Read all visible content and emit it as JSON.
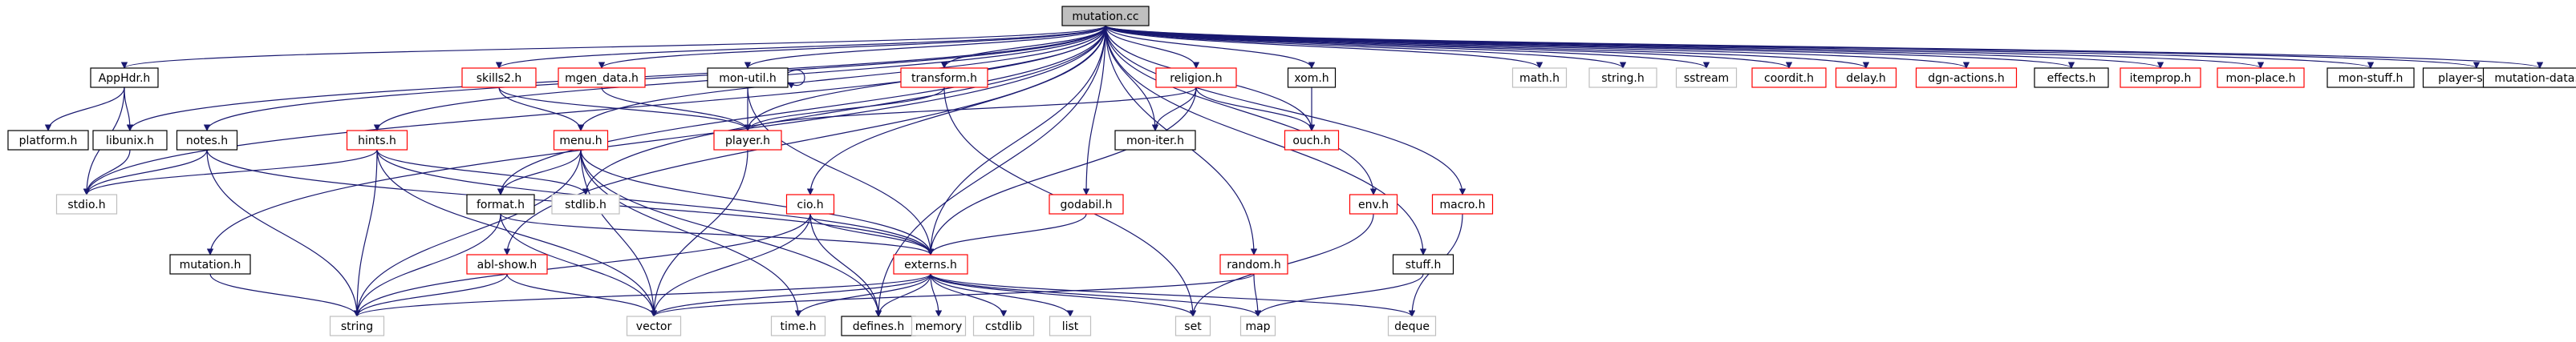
{
  "colors": {
    "edge": "#191970",
    "border_documented": "#000000",
    "border_missing": "#ff0000",
    "border_system": "#bfbfbf",
    "root_fill": "#bfbfbf",
    "node_fill": "#ffffff"
  },
  "graph": {
    "nodes": [
      {
        "id": "mutation_cc",
        "label": "mutation.cc",
        "style": "root"
      },
      {
        "id": "AppHdr",
        "label": "AppHdr.h",
        "style": "documented"
      },
      {
        "id": "skills2",
        "label": "skills2.h",
        "style": "missing"
      },
      {
        "id": "mgen_data",
        "label": "mgen_data.h",
        "style": "missing"
      },
      {
        "id": "mon_util",
        "label": "mon-util.h",
        "style": "documented"
      },
      {
        "id": "transform",
        "label": "transform.h",
        "style": "missing"
      },
      {
        "id": "religion",
        "label": "religion.h",
        "style": "missing"
      },
      {
        "id": "xom",
        "label": "xom.h",
        "style": "documented"
      },
      {
        "id": "math",
        "label": "math.h",
        "style": "system"
      },
      {
        "id": "string_h",
        "label": "string.h",
        "style": "system"
      },
      {
        "id": "sstream",
        "label": "sstream",
        "style": "system"
      },
      {
        "id": "coordit",
        "label": "coordit.h",
        "style": "missing"
      },
      {
        "id": "delay",
        "label": "delay.h",
        "style": "missing"
      },
      {
        "id": "dgn_actions",
        "label": "dgn-actions.h",
        "style": "missing"
      },
      {
        "id": "effects",
        "label": "effects.h",
        "style": "documented"
      },
      {
        "id": "itemprop",
        "label": "itemprop.h",
        "style": "missing"
      },
      {
        "id": "mon_place",
        "label": "mon-place.h",
        "style": "missing"
      },
      {
        "id": "mon_stuff",
        "label": "mon-stuff.h",
        "style": "documented"
      },
      {
        "id": "player_stats",
        "label": "player-stats.h",
        "style": "documented"
      },
      {
        "id": "mutation_data",
        "label": "mutation-data.h",
        "style": "documented"
      },
      {
        "id": "platform",
        "label": "platform.h",
        "style": "documented"
      },
      {
        "id": "libunix",
        "label": "libunix.h",
        "style": "documented"
      },
      {
        "id": "notes",
        "label": "notes.h",
        "style": "documented"
      },
      {
        "id": "hints",
        "label": "hints.h",
        "style": "missing"
      },
      {
        "id": "menu",
        "label": "menu.h",
        "style": "missing"
      },
      {
        "id": "player",
        "label": "player.h",
        "style": "missing"
      },
      {
        "id": "mon_iter",
        "label": "mon-iter.h",
        "style": "documented"
      },
      {
        "id": "ouch",
        "label": "ouch.h",
        "style": "missing"
      },
      {
        "id": "stdio",
        "label": "stdio.h",
        "style": "system"
      },
      {
        "id": "format",
        "label": "format.h",
        "style": "documented"
      },
      {
        "id": "stdlib",
        "label": "stdlib.h",
        "style": "system"
      },
      {
        "id": "cio",
        "label": "cio.h",
        "style": "missing"
      },
      {
        "id": "godabil",
        "label": "godabil.h",
        "style": "missing"
      },
      {
        "id": "env",
        "label": "env.h",
        "style": "missing"
      },
      {
        "id": "macro",
        "label": "macro.h",
        "style": "missing"
      },
      {
        "id": "mutation_h",
        "label": "mutation.h",
        "style": "documented"
      },
      {
        "id": "abl_show",
        "label": "abl-show.h",
        "style": "missing"
      },
      {
        "id": "externs",
        "label": "externs.h",
        "style": "missing"
      },
      {
        "id": "random",
        "label": "random.h",
        "style": "missing"
      },
      {
        "id": "stuff",
        "label": "stuff.h",
        "style": "documented"
      },
      {
        "id": "string",
        "label": "string",
        "style": "system"
      },
      {
        "id": "vector",
        "label": "vector",
        "style": "system"
      },
      {
        "id": "time",
        "label": "time.h",
        "style": "system"
      },
      {
        "id": "defines",
        "label": "defines.h",
        "style": "documented"
      },
      {
        "id": "memory",
        "label": "memory",
        "style": "system"
      },
      {
        "id": "cstdlib",
        "label": "cstdlib",
        "style": "system"
      },
      {
        "id": "list",
        "label": "list",
        "style": "system"
      },
      {
        "id": "set",
        "label": "set",
        "style": "system"
      },
      {
        "id": "map",
        "label": "map",
        "style": "system"
      },
      {
        "id": "deque",
        "label": "deque",
        "style": "system"
      }
    ],
    "edges": [
      [
        "mutation_cc",
        "AppHdr"
      ],
      [
        "mutation_cc",
        "skills2"
      ],
      [
        "mutation_cc",
        "mgen_data"
      ],
      [
        "mutation_cc",
        "mon_util"
      ],
      [
        "mutation_cc",
        "transform"
      ],
      [
        "mutation_cc",
        "religion"
      ],
      [
        "mutation_cc",
        "xom"
      ],
      [
        "mutation_cc",
        "math"
      ],
      [
        "mutation_cc",
        "string_h"
      ],
      [
        "mutation_cc",
        "sstream"
      ],
      [
        "mutation_cc",
        "coordit"
      ],
      [
        "mutation_cc",
        "delay"
      ],
      [
        "mutation_cc",
        "dgn_actions"
      ],
      [
        "mutation_cc",
        "effects"
      ],
      [
        "mutation_cc",
        "itemprop"
      ],
      [
        "mutation_cc",
        "mon_place"
      ],
      [
        "mutation_cc",
        "mon_stuff"
      ],
      [
        "mutation_cc",
        "player_stats"
      ],
      [
        "mutation_cc",
        "mutation_data"
      ],
      [
        "mutation_cc",
        "stdio"
      ],
      [
        "mutation_cc",
        "libunix"
      ],
      [
        "mutation_cc",
        "notes"
      ],
      [
        "mutation_cc",
        "hints"
      ],
      [
        "mutation_cc",
        "menu"
      ],
      [
        "mutation_cc",
        "player"
      ],
      [
        "mutation_cc",
        "mon_iter"
      ],
      [
        "mutation_cc",
        "ouch"
      ],
      [
        "mutation_cc",
        "format"
      ],
      [
        "mutation_cc",
        "stdlib"
      ],
      [
        "mutation_cc",
        "cio"
      ],
      [
        "mutation_cc",
        "godabil"
      ],
      [
        "mutation_cc",
        "env"
      ],
      [
        "mutation_cc",
        "macro"
      ],
      [
        "mutation_cc",
        "mutation_h"
      ],
      [
        "mutation_cc",
        "abl_show"
      ],
      [
        "mutation_cc",
        "externs"
      ],
      [
        "mutation_cc",
        "random"
      ],
      [
        "mutation_cc",
        "stuff"
      ],
      [
        "mutation_cc",
        "defines"
      ],
      [
        "AppHdr",
        "platform"
      ],
      [
        "AppHdr",
        "libunix"
      ],
      [
        "AppHdr",
        "stdio"
      ],
      [
        "libunix",
        "stdio"
      ],
      [
        "notes",
        "stdio"
      ],
      [
        "notes",
        "string"
      ],
      [
        "notes",
        "externs"
      ],
      [
        "skills2",
        "menu"
      ],
      [
        "skills2",
        "player"
      ],
      [
        "mgen_data",
        "player"
      ],
      [
        "mon_util",
        "mon_util"
      ],
      [
        "mon_util",
        "player"
      ],
      [
        "mon_util",
        "externs"
      ],
      [
        "transform",
        "player"
      ],
      [
        "transform",
        "set"
      ],
      [
        "religion",
        "player"
      ],
      [
        "religion",
        "mon_iter"
      ],
      [
        "religion",
        "ouch"
      ],
      [
        "religion",
        "externs"
      ],
      [
        "xom",
        "ouch"
      ],
      [
        "hints",
        "stdio"
      ],
      [
        "hints",
        "stdlib"
      ],
      [
        "hints",
        "string"
      ],
      [
        "hints",
        "externs"
      ],
      [
        "hints",
        "vector"
      ],
      [
        "menu",
        "format"
      ],
      [
        "menu",
        "externs"
      ],
      [
        "menu",
        "string"
      ],
      [
        "menu",
        "vector"
      ],
      [
        "menu",
        "time"
      ],
      [
        "menu",
        "defines"
      ],
      [
        "player",
        "vector"
      ],
      [
        "format",
        "string"
      ],
      [
        "format",
        "vector"
      ],
      [
        "format",
        "externs"
      ],
      [
        "cio",
        "externs"
      ],
      [
        "cio",
        "string"
      ],
      [
        "cio",
        "vector"
      ],
      [
        "cio",
        "defines"
      ],
      [
        "godabil",
        "externs"
      ],
      [
        "env",
        "set"
      ],
      [
        "macro",
        "deque"
      ],
      [
        "mutation_h",
        "string"
      ],
      [
        "abl_show",
        "string"
      ],
      [
        "abl_show",
        "vector"
      ],
      [
        "externs",
        "string"
      ],
      [
        "externs",
        "vector"
      ],
      [
        "externs",
        "time"
      ],
      [
        "externs",
        "defines"
      ],
      [
        "externs",
        "memory"
      ],
      [
        "externs",
        "cstdlib"
      ],
      [
        "externs",
        "list"
      ],
      [
        "externs",
        "set"
      ],
      [
        "externs",
        "map"
      ],
      [
        "externs",
        "deque"
      ],
      [
        "random",
        "map"
      ],
      [
        "random",
        "vector"
      ],
      [
        "stuff",
        "map"
      ]
    ]
  }
}
